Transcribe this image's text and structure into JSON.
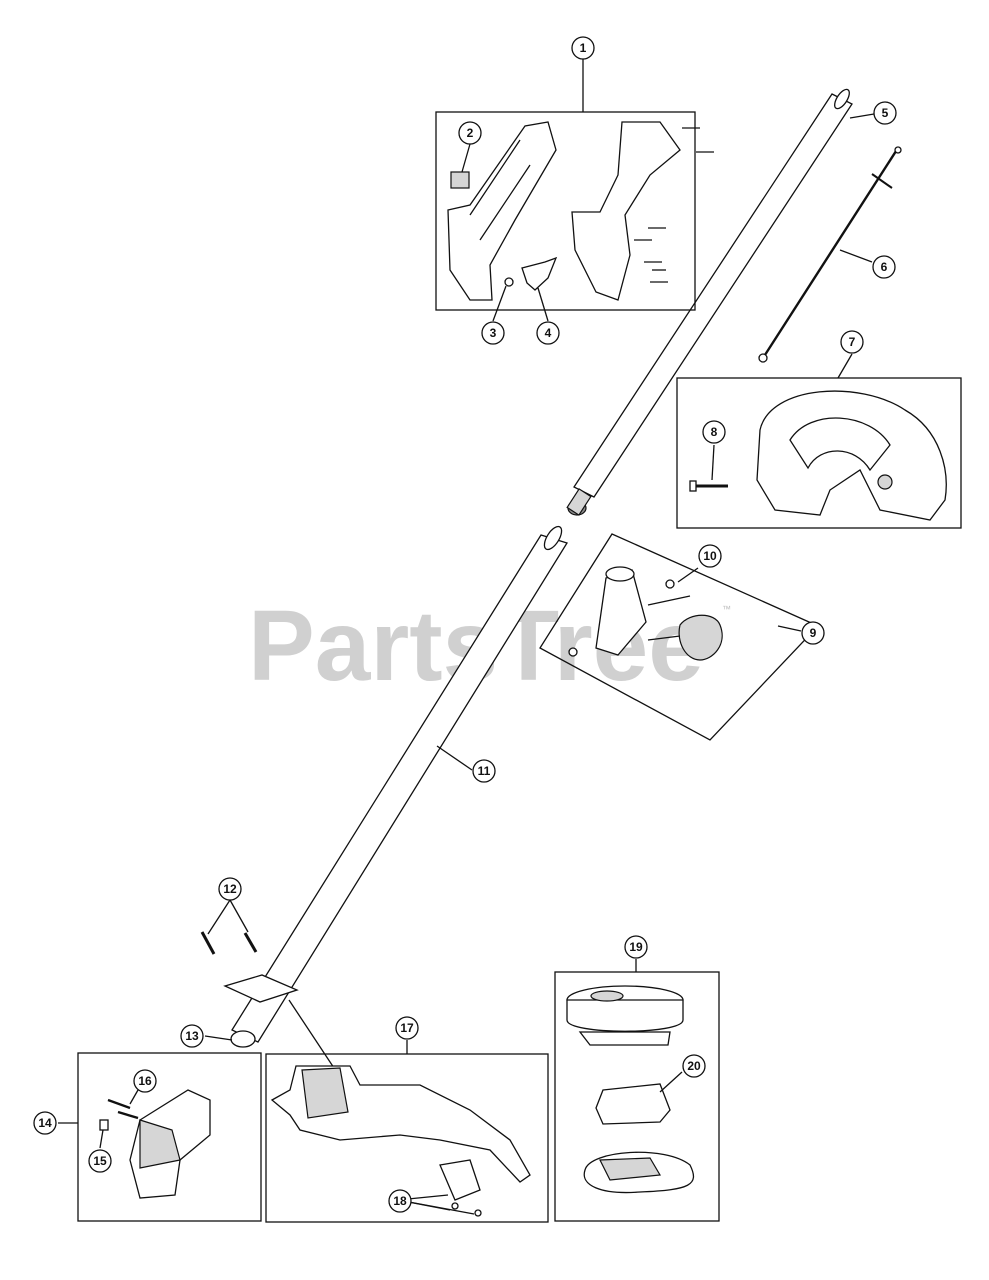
{
  "watermark": {
    "text": "PartsTree",
    "trademark": "™"
  },
  "callouts": [
    {
      "id": "c1",
      "label": "1"
    },
    {
      "id": "c2",
      "label": "2"
    },
    {
      "id": "c3",
      "label": "3"
    },
    {
      "id": "c4",
      "label": "4"
    },
    {
      "id": "c5",
      "label": "5"
    },
    {
      "id": "c6",
      "label": "6"
    },
    {
      "id": "c7",
      "label": "7"
    },
    {
      "id": "c8",
      "label": "8"
    },
    {
      "id": "c9",
      "label": "9"
    },
    {
      "id": "c10",
      "label": "10"
    },
    {
      "id": "c11",
      "label": "11"
    },
    {
      "id": "c12",
      "label": "12"
    },
    {
      "id": "c13",
      "label": "13"
    },
    {
      "id": "c14",
      "label": "14"
    },
    {
      "id": "c15",
      "label": "15"
    },
    {
      "id": "c16",
      "label": "16"
    },
    {
      "id": "c17",
      "label": "17"
    },
    {
      "id": "c18",
      "label": "18"
    },
    {
      "id": "c19",
      "label": "19"
    },
    {
      "id": "c20",
      "label": "20"
    }
  ]
}
